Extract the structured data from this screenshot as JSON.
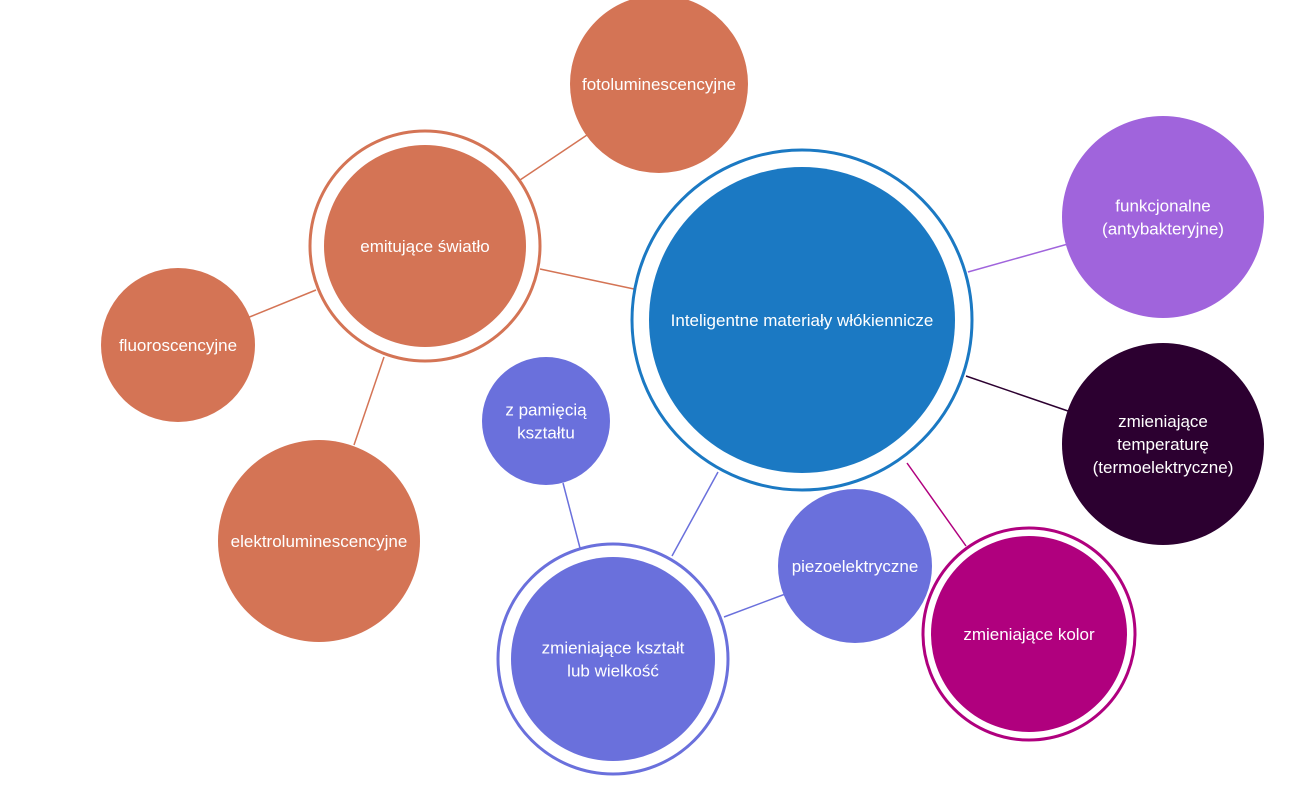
{
  "colors": {
    "center": "#1b79c3",
    "light": "#d47455",
    "shape": "#6a70dc",
    "thermo": "#2c0030",
    "color": "#b0007e",
    "functional": "#a064dc",
    "background": "#ffffff",
    "text": "#ffffff"
  },
  "center": {
    "lines": [
      "Inteligentne materiały włókiennicze"
    ]
  },
  "nodes": {
    "emitting_light": {
      "lines": [
        "emitujące światło"
      ]
    },
    "photoluminescent": {
      "lines": [
        "fotoluminescencyjne"
      ]
    },
    "fluorescent": {
      "lines": [
        "fluoroscencyjne"
      ]
    },
    "electroluminescent": {
      "lines": [
        "elektroluminescencyjne"
      ]
    },
    "shape_memory": {
      "lines": [
        "z pamięcią",
        "kształtu"
      ]
    },
    "shape_size_changing": {
      "lines": [
        "zmieniające kształt",
        "lub wielkość"
      ]
    },
    "piezoelectric": {
      "lines": [
        "piezoelektryczne"
      ]
    },
    "color_changing": {
      "lines": [
        "zmieniające kolor"
      ]
    },
    "temperature_changing": {
      "lines": [
        "zmieniające",
        "temperaturę",
        "(termoelektryczne)"
      ]
    },
    "functional": {
      "lines": [
        "funkcjonalne",
        "(antybakteryjne)"
      ]
    }
  }
}
